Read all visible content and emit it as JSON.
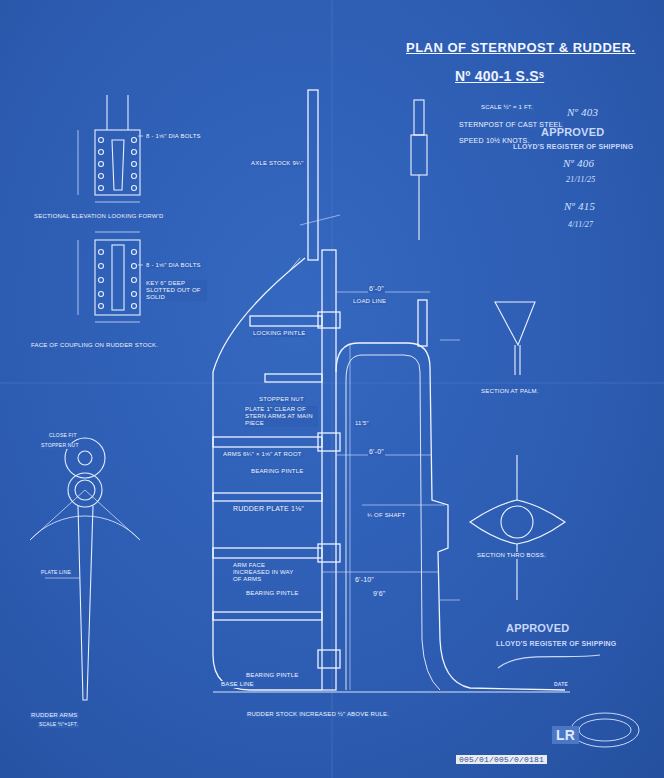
{
  "diagram": {
    "title": "PLAN OF STERNPOST & RUDDER.",
    "labels": [
      "Nº 400-1 S.Sˢ",
      "SCALE ½\" = 1 FT.",
      "STERNPOST OF CAST STEEL",
      "SPEED 10½ KNOTS.",
      "Nº 403",
      "APPROVED",
      "LLOYD'S REGISTER OF SHIPPING",
      "Nº 406",
      "21/11/25",
      "Nº 415",
      "4/11/27",
      "8 - 1⅝\" DIA BOLTS",
      "SECTIONAL ELEVATION LOOKING FORW'D",
      "8 - 1⅝\" DIA BOLTS",
      "KEY 6\" DEEP SLOTTED OUT OF SOLID",
      "FACE OF COUPLING ON RUDDER STOCK.",
      "AXLE STOCK 9¼\"",
      "LOAD LINE",
      "6'-0\"",
      "LOCKING PINTLE",
      "11'5\"",
      "STOPPER NUT",
      "PLATE 1\" CLEAR OF STERN ARMS AT MAIN PIECE",
      "ARMS 6¼\" × 1⅝\" AT ROOT",
      "BEARING PINTLE",
      "6'-0\"",
      "RUDDER PLATE 1⅛\"",
      "¾ OF SHAFT",
      "ARM FACE INCREASED IN WAY OF ARMS",
      "BEARING PINTLE",
      "6'-10\"",
      "9'6\"",
      "BEARING PINTLE",
      "BASE LINE",
      "RUDDER STOCK INCREASED ½\" ABOVE RULE.",
      "SECTION AT PALM.",
      "SECTION THRO BOSS.",
      "RUDDER ARMS",
      "SCALE ½\"=1FT.",
      "CLOSE FIT",
      "STOPPER NUT",
      "PLATE LINE",
      "APPROVED",
      "LLOYD'S REGISTER OF SHIPPING",
      "DATE",
      "LR",
      "005/01/005/0/0181"
    ]
  }
}
